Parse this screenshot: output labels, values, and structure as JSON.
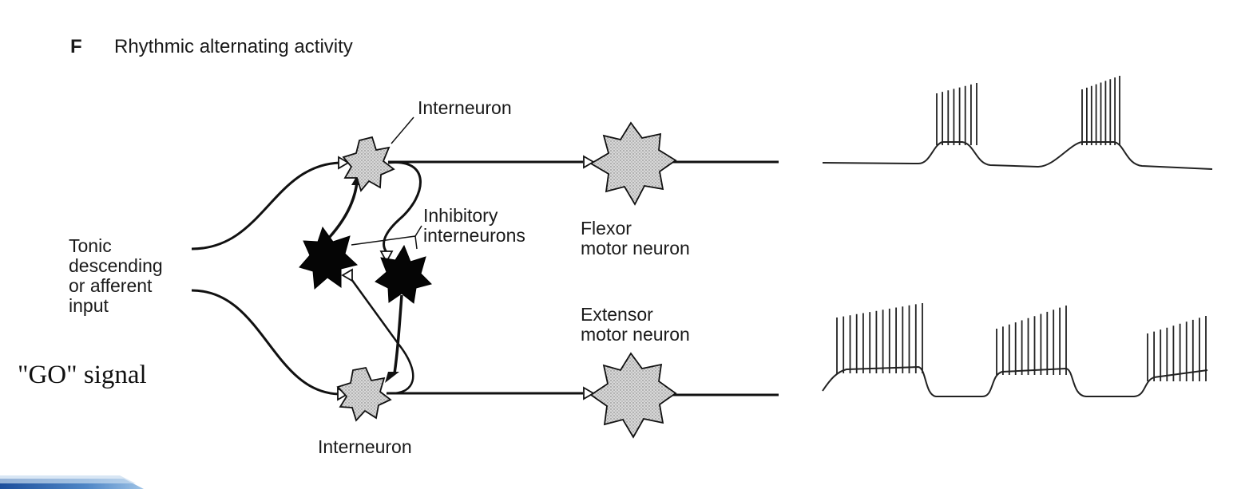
{
  "figure": {
    "panel_letter": "F",
    "title": "Rhythmic alternating activity",
    "labels": {
      "interneuron_top": "Interneuron",
      "interneuron_bottom": "Interneuron",
      "inhibitory": "Inhibitory\ninterneurons",
      "input": "Tonic\ndescending\nor afferent\ninput",
      "flexor": "Flexor\nmotor neuron",
      "extensor": "Extensor\nmotor neuron",
      "go_signal": "\"GO\" signal"
    },
    "traces": [
      {
        "name": "flexor-trace",
        "bursts": 2
      },
      {
        "name": "extensor-trace",
        "bursts": 3
      }
    ],
    "colors": {
      "ink": "#111111",
      "excitatory_fill": "#d4d4d4",
      "inhibitory_fill": "#050505",
      "accent_band": "#2f5fa6"
    }
  }
}
